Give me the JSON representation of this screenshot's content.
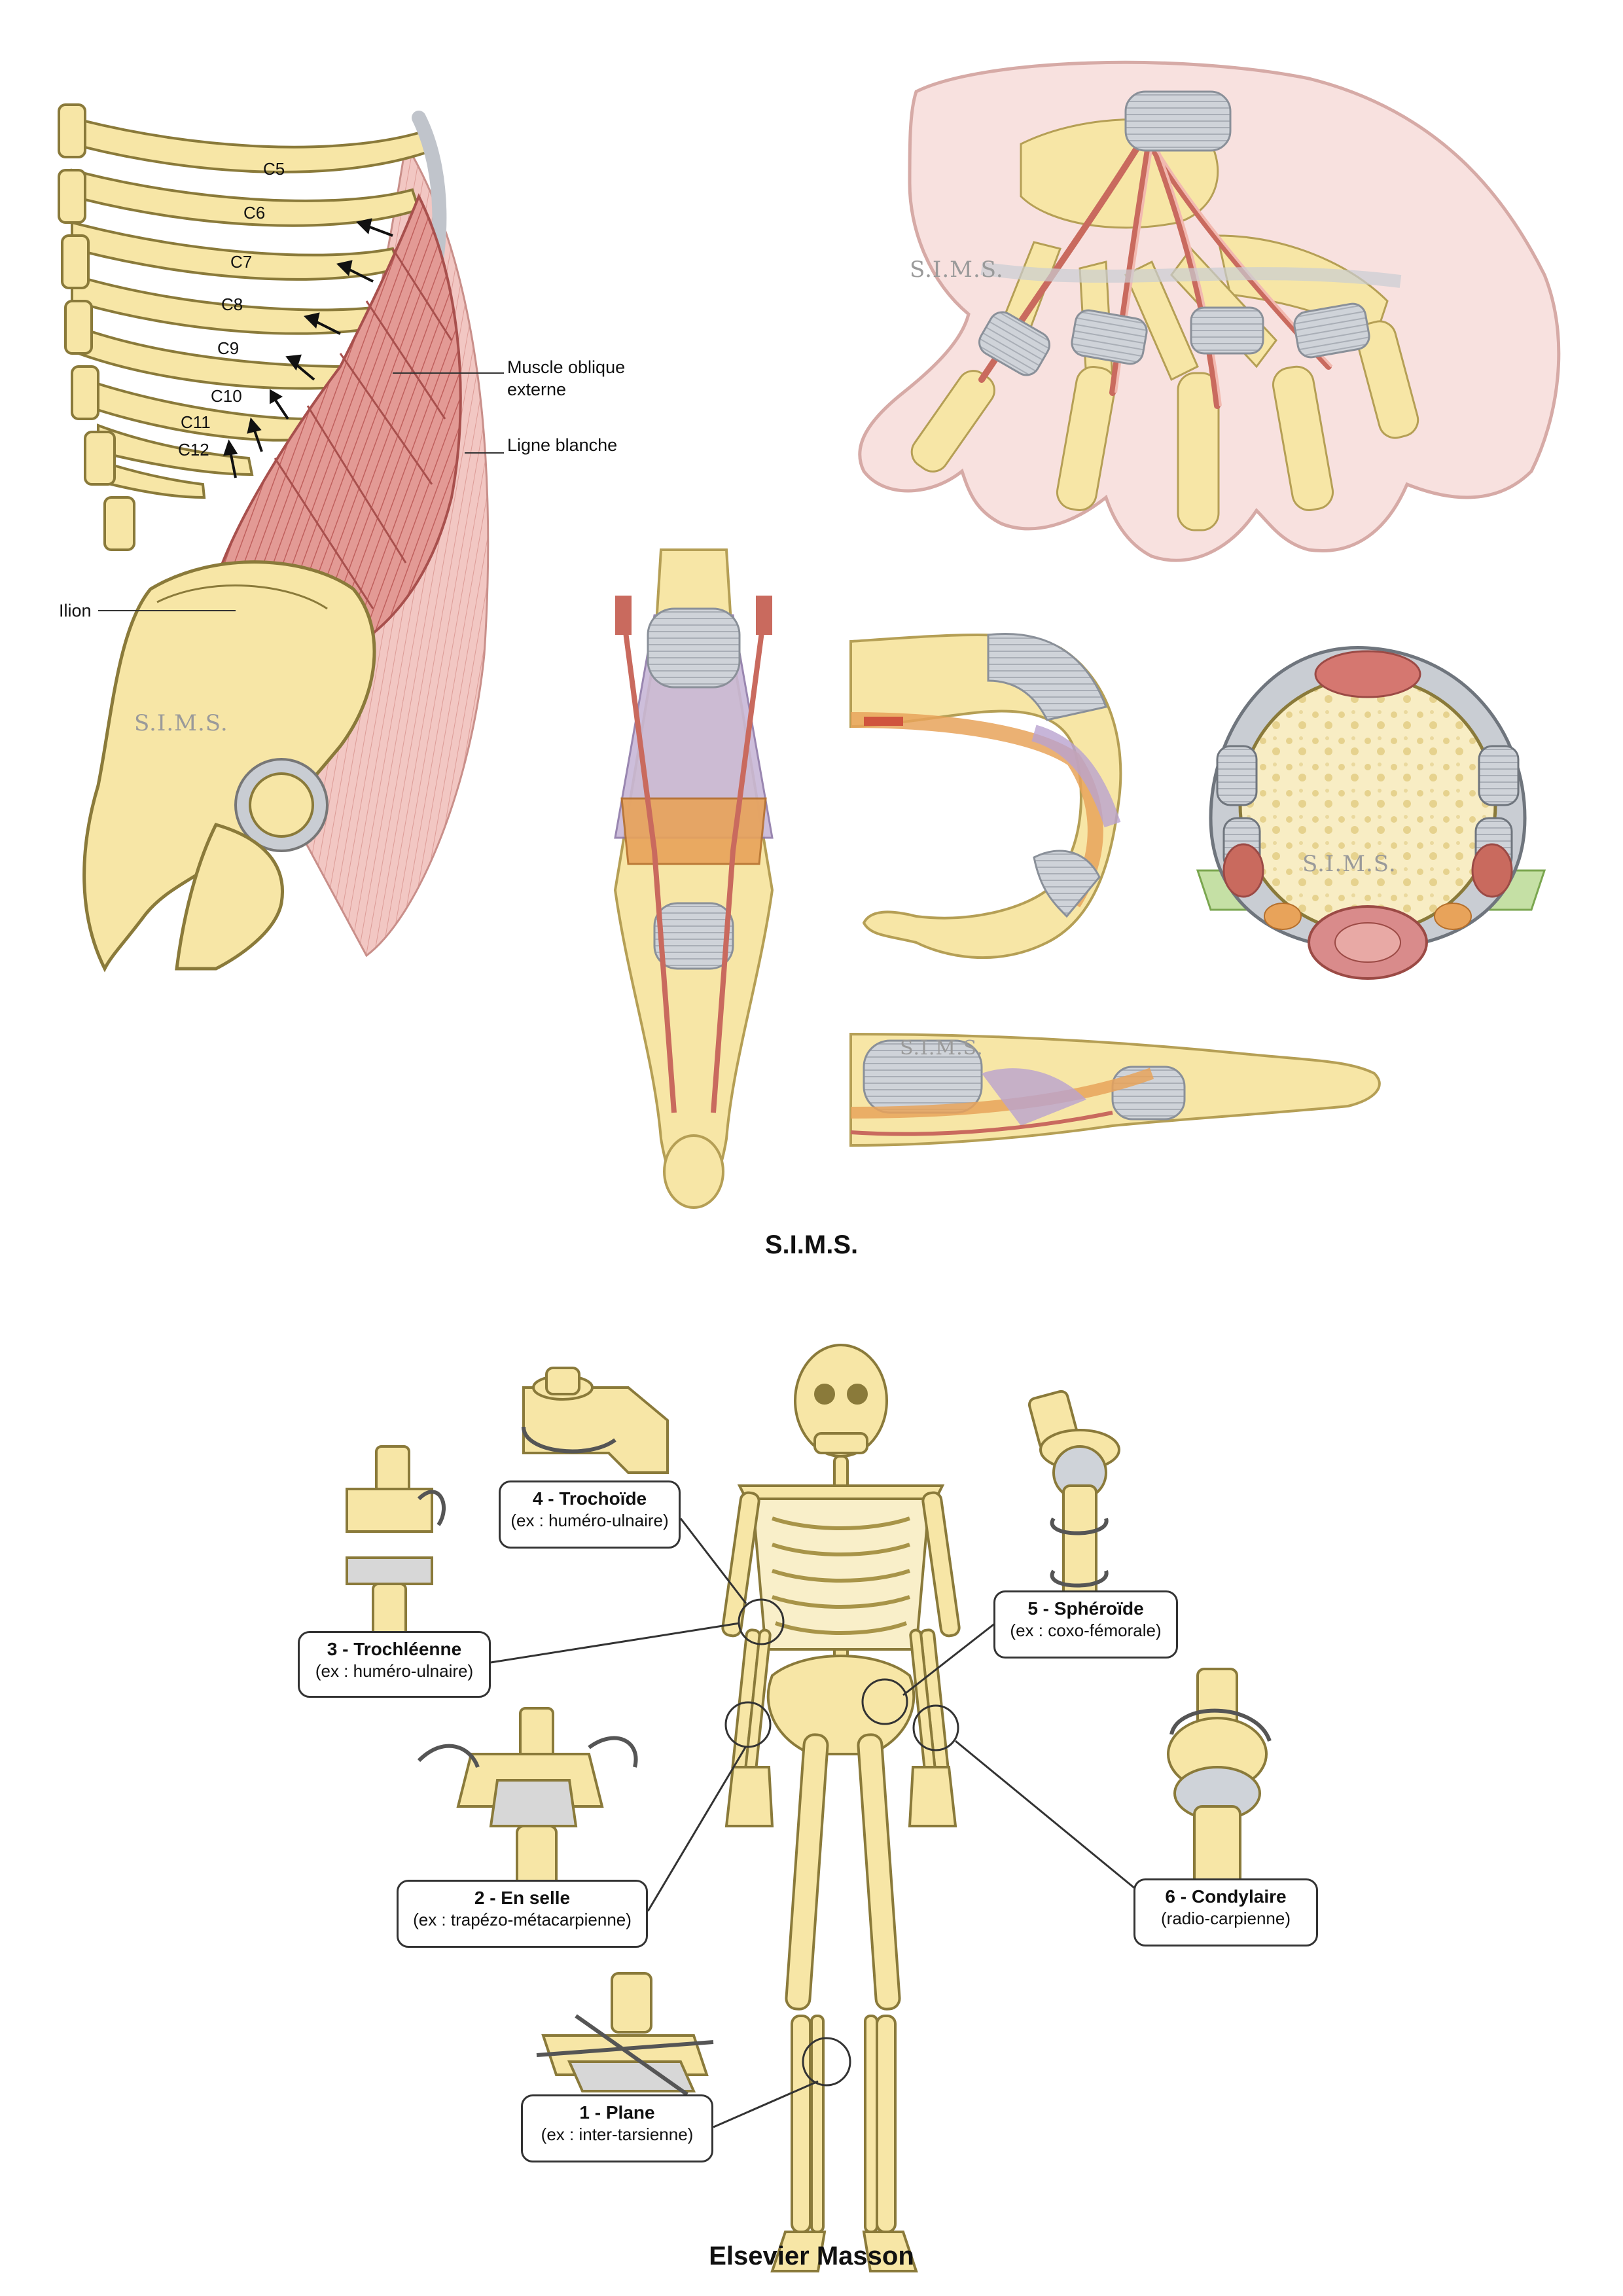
{
  "ribs": [
    "C5",
    "C6",
    "C7",
    "C8",
    "C9",
    "C10",
    "C11",
    "C12"
  ],
  "labels": {
    "muscle_oblique": "Muscle oblique",
    "muscle_oblique_2": "externe",
    "ligne_blanche": "Ligne blanche",
    "ilion": "Ilion"
  },
  "watermark": "S.I.M.S.",
  "credit_top": "S.I.M.S.",
  "joints": [
    {
      "title": "4 - Trochoïde",
      "example": "(ex : huméro-ulnaire)"
    },
    {
      "title": "3 - Trochléenne",
      "example": "(ex : huméro-ulnaire)"
    },
    {
      "title": "5 - Sphéroïde",
      "example": "(ex : coxo-fémorale)"
    },
    {
      "title": "2 - En selle",
      "example": "(ex : trapézo-métacarpienne)"
    },
    {
      "title": "6 - Condylaire",
      "example": "(radio-carpienne)"
    },
    {
      "title": "1 - Plane",
      "example": "(ex : inter-tarsienne)"
    }
  ],
  "credit_bottom": "Elsevier Masson",
  "colors": {
    "bone": "#f7e6a6",
    "bone_edge": "#8a7a3a",
    "muscle": "#d97a78",
    "cartilage": "#c9cdd3",
    "tendon_orange": "#e8a35a"
  }
}
